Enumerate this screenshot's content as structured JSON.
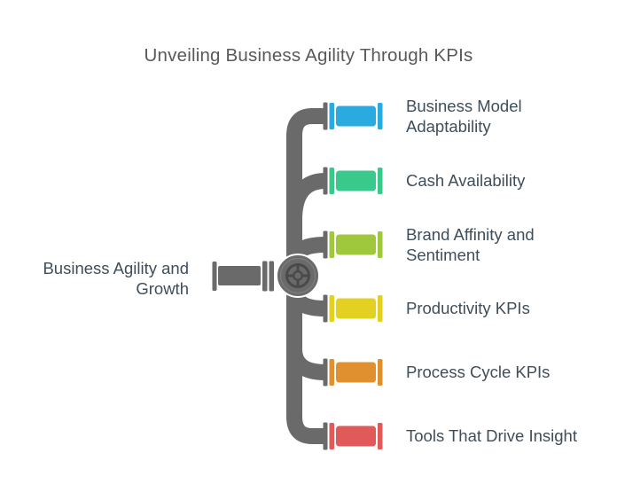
{
  "title": "Unveiling Business Agility Through KPIs",
  "root": {
    "label": "Business Agility and Growth"
  },
  "items": [
    {
      "label": "Business Model Adaptability",
      "color": "#29ABE2"
    },
    {
      "label": "Cash Availability",
      "color": "#38C98B"
    },
    {
      "label": "Brand Affinity and Sentiment",
      "color": "#A0C83C"
    },
    {
      "label": "Productivity KPIs",
      "color": "#E2D121"
    },
    {
      "label": "Process Cycle KPIs",
      "color": "#E0902E"
    },
    {
      "label": "Tools That Drive Insight",
      "color": "#E05A5A"
    }
  ],
  "colors": {
    "pipe": "#6A6A6A",
    "valve_detail": "#4A4A4A",
    "valve_rim": "#7D7D7D",
    "title_text": "#58595B",
    "label_text": "#3F4E5A",
    "background": "#FFFFFF"
  }
}
